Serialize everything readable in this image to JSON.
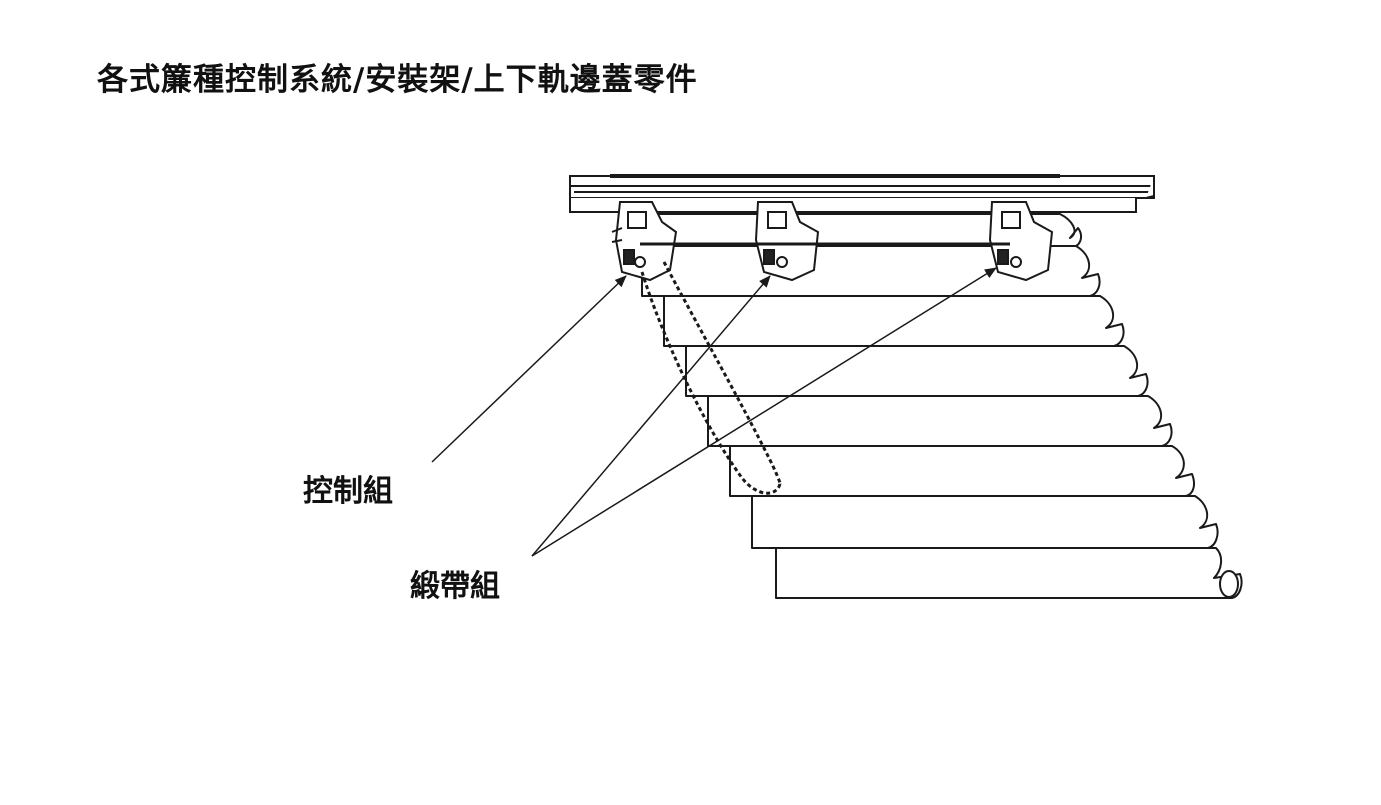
{
  "title": "各式簾種控制系統/安裝架/上下軌邊蓋零件",
  "labels": {
    "control_set": "控制組",
    "ribbon_set": "緞帶組"
  },
  "diagram": {
    "subject": "pleated-blind-with-headrail",
    "line_color": "#1a1a1a",
    "fill_color": "#ffffff"
  }
}
